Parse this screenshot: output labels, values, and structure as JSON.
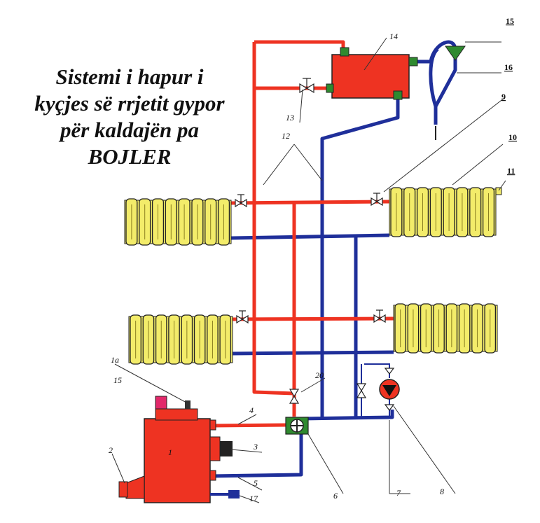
{
  "title_lines": [
    "Sistemi i hapur i",
    "kyçjes së rrjetit gypor",
    "për kaldajën pa",
    "BOJLER"
  ],
  "labels": {
    "l1": "1",
    "l1a": "1a",
    "l2": "2",
    "l3": "3",
    "l4": "4",
    "l5": "5",
    "l6": "6",
    "l7": "7",
    "l8": "8",
    "l9": "9",
    "l10": "10",
    "l11": "11",
    "l12": "12",
    "l13": "13",
    "l14": "14",
    "l15_top": "15",
    "l15_boiler": "15",
    "l16": "16",
    "l17": "17",
    "l20": "20"
  },
  "colors": {
    "supply": "#ee3322",
    "return": "#1f2f9a",
    "radiator": "#f3ec6a",
    "tank": "#ee3322",
    "fitting": "#2f8a2f"
  }
}
